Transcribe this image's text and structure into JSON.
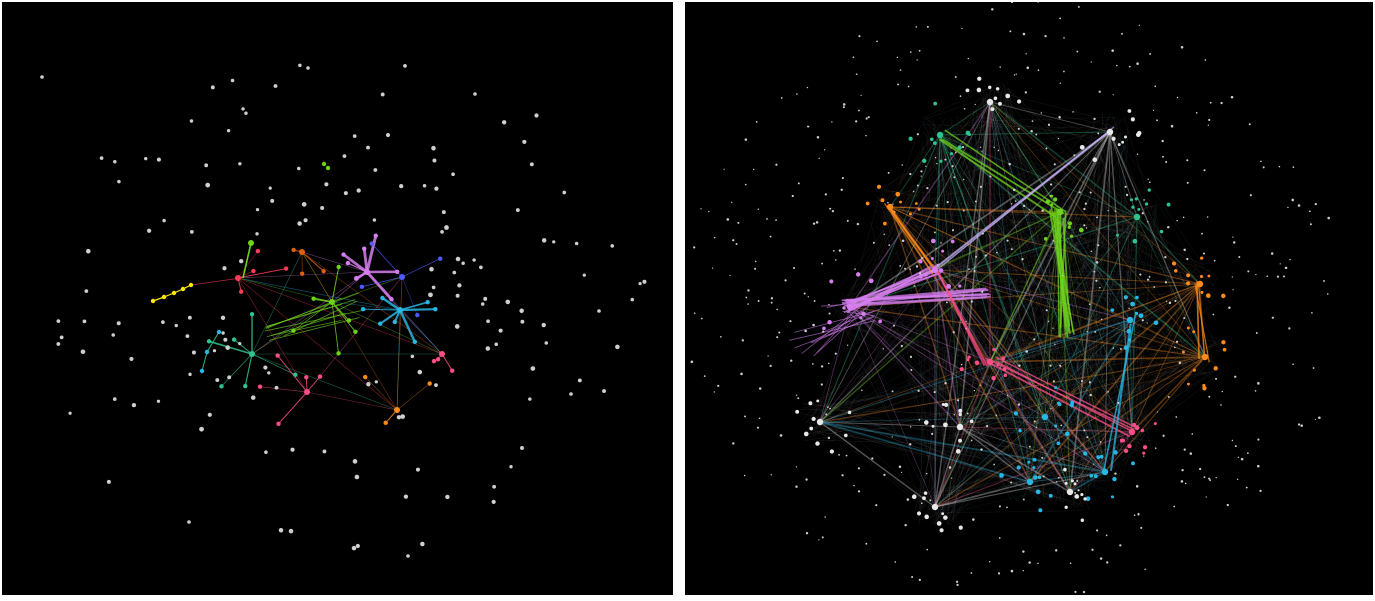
{
  "panels": [
    {
      "id": "left",
      "description_id": "sparse-network-graph",
      "node_count_gray": 150,
      "edge_groups": 12
    },
    {
      "id": "right",
      "description_id": "dense-network-graph",
      "node_count_gray": 500,
      "edge_groups": 14
    }
  ],
  "colors": {
    "background": "#000000",
    "gray_node": "#cfcfcf",
    "violet": "#d77ff0",
    "green": "#6fd31c",
    "teal": "#2fc48f",
    "cyan": "#27b8e6",
    "orange": "#ff8c1a",
    "red": "#ff3b5a",
    "pink": "#ff4d8a",
    "yellow": "#ffe600",
    "lilac": "#c9b3ff",
    "dark_orange": "#e06010",
    "blue": "#4b5cff",
    "white": "#e8e8e8"
  }
}
